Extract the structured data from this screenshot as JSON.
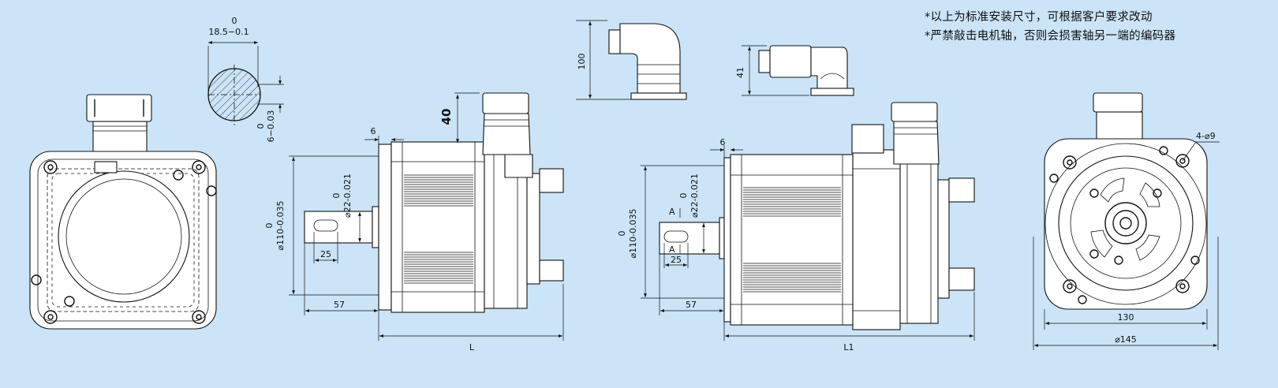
{
  "notes": [
    "*以上为标准安装尺寸，可根据客户要求改动",
    "*严禁敲击电机轴，否则会损害轴另一端的编码器"
  ],
  "shaft_detail": {
    "width_top": "0",
    "width_value": "18.5−0.1",
    "key_top": "0",
    "key_value": "6−0.03"
  },
  "connector_views": {
    "elbow_height": "100",
    "straight_height": "41"
  },
  "side_view_1": {
    "key_width": "6",
    "plug_height": "40",
    "spigot_top": "0",
    "spigot_value": "⌀110-0.035",
    "shaft_top": "0",
    "shaft_value": "⌀22-0.021",
    "key_length": "25",
    "shaft_length": "57",
    "overall_length": "L"
  },
  "side_view_2": {
    "key_width": "6",
    "spigot_top": "0",
    "spigot_value": "⌀110-0.035",
    "shaft_top": "0",
    "shaft_value": "⌀22-0.021",
    "section_top": "A",
    "section_bottom": "A",
    "key_length": "25",
    "shaft_length": "57",
    "overall_length": "L1"
  },
  "front_view": {
    "hole_callout": "4-⌀9",
    "flange_square": "130",
    "pcd": "⌀145"
  }
}
